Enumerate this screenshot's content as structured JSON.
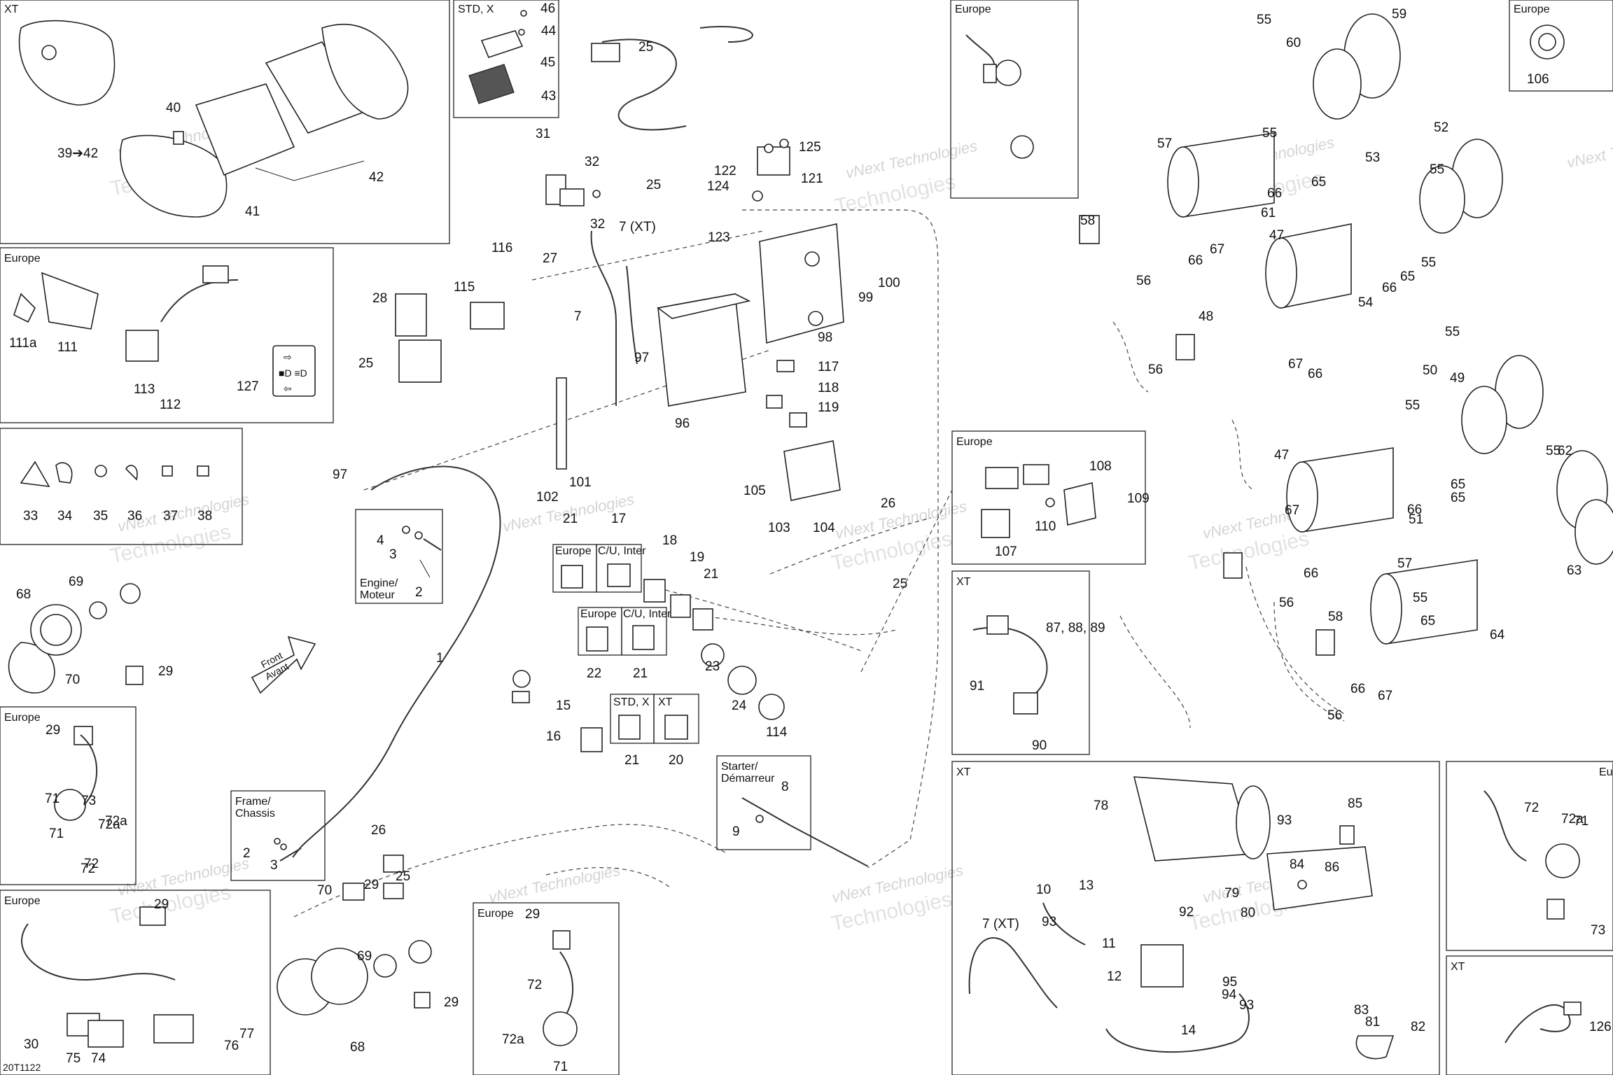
{
  "doc_code": "20T1122",
  "watermark": {
    "line1": "vNext Technologies",
    "line2": "Technologies"
  },
  "boxes": {
    "xt_top": "XT",
    "std_x": "STD, X",
    "europe_top_mid": "Europe",
    "europe_top_right": "Europe",
    "europe_left": "Europe",
    "europe_lights_left": "Europe",
    "europe_bottom_left": "Europe",
    "europe_bottom_mid": "Europe",
    "europe_right": "Europe",
    "xt_right": "XT",
    "xt_winch": "XT",
    "eu_corner": "Eu",
    "xt_corner": "XT",
    "engine": "Engine/\nMoteur",
    "frame": "Frame/\nChassis",
    "starter": "Starter/\nDémarreur",
    "sw_europe_1": "Europe",
    "sw_cu_inter_1": "C/U, Inter",
    "sw_europe_2": "Europe",
    "sw_cu_inter_2": "C/U, Inter",
    "sw_std_x": "STD, X",
    "sw_xt": "XT",
    "front_arrow_1": "Front",
    "front_arrow_2": "Avant"
  },
  "callouts": [
    "39➔42",
    "40",
    "41",
    "42",
    "46",
    "44",
    "45",
    "43",
    "25",
    "31",
    "32",
    "25",
    "27",
    "32",
    "111a",
    "111",
    "113",
    "112",
    "127",
    "28",
    "115",
    "116",
    "25",
    "33",
    "34",
    "35",
    "36",
    "37",
    "38",
    "68",
    "69",
    "70",
    "29",
    "29",
    "71",
    "72a",
    "72",
    "4",
    "3",
    "2",
    "97",
    "7 (XT)",
    "7",
    "97",
    "96",
    "101",
    "102",
    "122",
    "124",
    "125",
    "121",
    "123",
    "100",
    "99",
    "98",
    "117",
    "118",
    "119",
    "105",
    "103",
    "104",
    "21",
    "17",
    "18",
    "19",
    "21",
    "26",
    "22",
    "21",
    "23",
    "24",
    "25",
    "114",
    "15",
    "16",
    "21",
    "20",
    "1",
    "2",
    "3",
    "8",
    "9",
    "26",
    "25",
    "29",
    "30",
    "29",
    "75",
    "74",
    "76",
    "77",
    "70",
    "69",
    "29",
    "68",
    "29",
    "72",
    "72a",
    "71",
    "72a",
    "72",
    "71",
    "73",
    "55",
    "59",
    "60",
    "106",
    "57",
    "55",
    "52",
    "53",
    "55",
    "65",
    "66",
    "61",
    "58",
    "56",
    "67",
    "66",
    "47",
    "54",
    "66",
    "65",
    "55",
    "48",
    "56",
    "67",
    "66",
    "55",
    "49",
    "50",
    "55",
    "47",
    "55",
    "62",
    "51",
    "65",
    "65",
    "66",
    "63",
    "57",
    "67",
    "66",
    "56",
    "55",
    "65",
    "64",
    "58",
    "56",
    "67",
    "66",
    "108",
    "109",
    "110",
    "107",
    "87, 88, 89",
    "91",
    "90",
    "78",
    "85",
    "93",
    "86",
    "84",
    "10",
    "13",
    "92",
    "93",
    "11",
    "12",
    "79",
    "80",
    "95",
    "94",
    "93",
    "7 (XT)",
    "14",
    "83",
    "81",
    "82",
    "72",
    "72a",
    "71",
    "73",
    "126"
  ]
}
